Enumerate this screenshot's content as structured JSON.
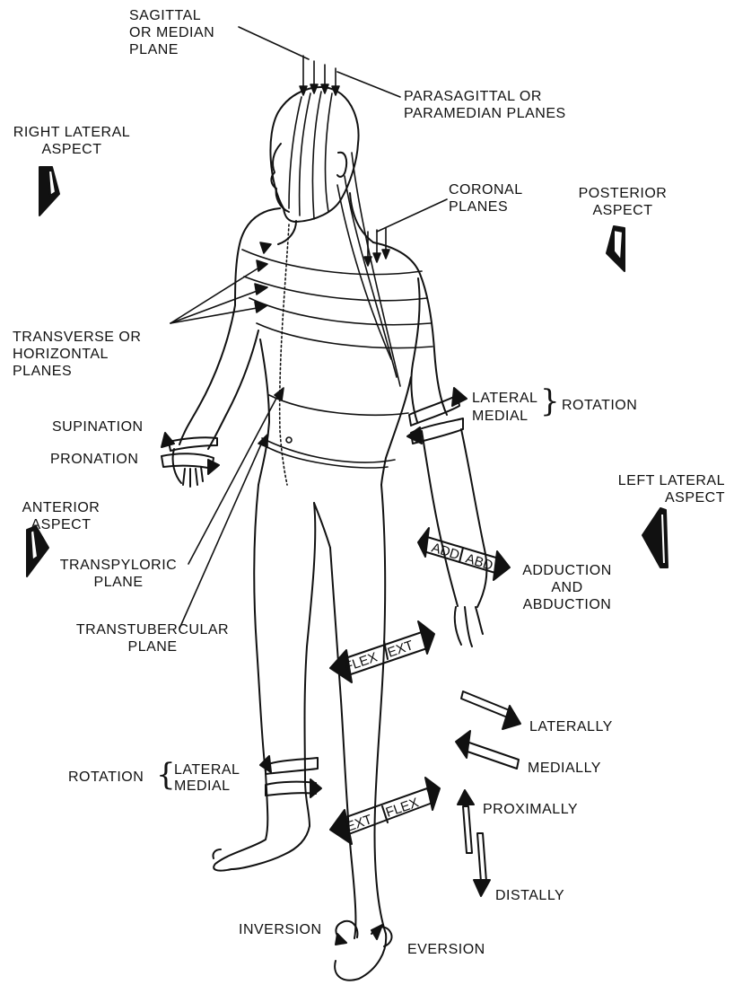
{
  "labels": {
    "sagittal": "SAGITTAL\nOR MEDIAN\nPLANE",
    "parasagittal": "PARASAGITTAL OR\nPARAMEDIAN PLANES",
    "right_lateral": "RIGHT LATERAL\nASPECT",
    "coronal": "CORONAL\nPLANES",
    "posterior": "POSTERIOR\nASPECT",
    "transverse": "TRANSVERSE OR\nHORIZONTAL\nPLANES",
    "lateral_top": "LATERAL",
    "medial_top": "MEDIAL",
    "rotation_top": "ROTATION",
    "supination": "SUPINATION",
    "pronation": "PRONATION",
    "left_lateral": "LEFT LATERAL\nASPECT",
    "anterior": "ANTERIOR\nASPECT",
    "transpyloric": "TRANSPYLORIC\nPLANE",
    "adduction": "ADDUCTION\nAND\nABDUCTION",
    "transtubercular": "TRANSTUBERCULAR\nPLANE",
    "laterally": "LATERALLY",
    "medially": "MEDIALLY",
    "rotation_bottom": "ROTATION",
    "lateral_bottom": "LATERAL",
    "medial_bottom": "MEDIAL",
    "proximally": "PROXIMALLY",
    "distally": "DISTALLY",
    "inversion": "INVERSION",
    "eversion": "EVERSION"
  },
  "bands": {
    "add": "ADD",
    "abd": "ABD",
    "flex_thigh": "FLEX",
    "ext_thigh": "EXT",
    "ext_leg": "EXT",
    "flex_leg": "FLEX"
  }
}
